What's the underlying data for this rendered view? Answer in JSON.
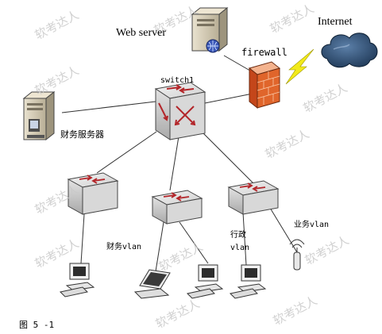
{
  "diagram": {
    "nodes": {
      "web_server": "Web server",
      "internet": "Internet",
      "firewall": "firewall",
      "switch1": "switch1",
      "finance_server": "财务服务器",
      "finance_vlan": "财务vlan",
      "admin_vlan_line1": "行政",
      "admin_vlan_line2": "vlan",
      "business_vlan": "业务vlan"
    },
    "caption": "图 5 -1",
    "watermark": "软考达人"
  }
}
